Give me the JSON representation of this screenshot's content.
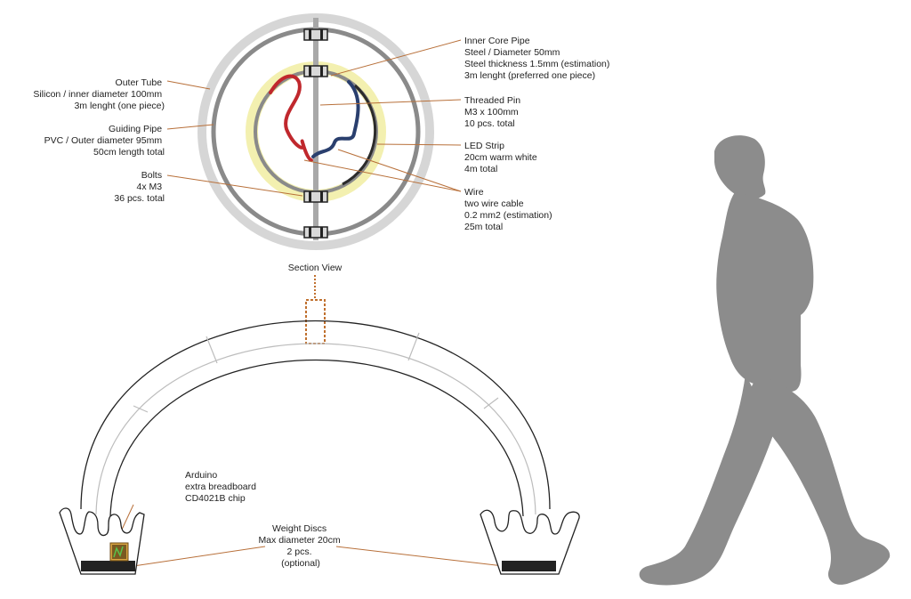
{
  "labels": {
    "outer_tube": [
      "Outer Tube",
      "Silicon / inner diameter 100mm",
      "3m lenght (one piece)"
    ],
    "guiding_pipe": [
      "Guiding Pipe",
      "PVC / Outer diameter 95mm",
      "50cm length total"
    ],
    "bolts": [
      "Bolts",
      "4x M3",
      "36 pcs. total"
    ],
    "inner_core": [
      "Inner Core Pipe",
      "Steel / Diameter 50mm",
      "Steel thickness 1.5mm (estimation)",
      "3m lenght (preferred one piece)"
    ],
    "threaded_pin": [
      "Threaded Pin",
      "M3 x 100mm",
      "10 pcs. total"
    ],
    "led_strip": [
      "LED Strip",
      "20cm warm white",
      "4m total"
    ],
    "wire": [
      "Wire",
      "two wire cable",
      "0.2 mm2 (estimation)",
      "25m total"
    ],
    "section_view": "Section View",
    "arduino": [
      "Arduino",
      "extra breadboard",
      "CD4021B chip"
    ],
    "weight_discs": [
      "Weight Discs",
      "Max diameter 20cm",
      "2 pcs.",
      "(optional)"
    ]
  },
  "colors": {
    "leader": "#b8703a",
    "outer_tube": "#d4d4d4",
    "guiding_pipe": "#8a8a8a",
    "led_glow": "#f3f0b0",
    "wire_red": "#c0282d",
    "wire_blue": "#2a3f6e",
    "silhouette": "#8c8c8c"
  },
  "icons": {
    "bolt": "bolt-icon",
    "arduino": "arduino-board-icon",
    "person": "person-silhouette"
  }
}
